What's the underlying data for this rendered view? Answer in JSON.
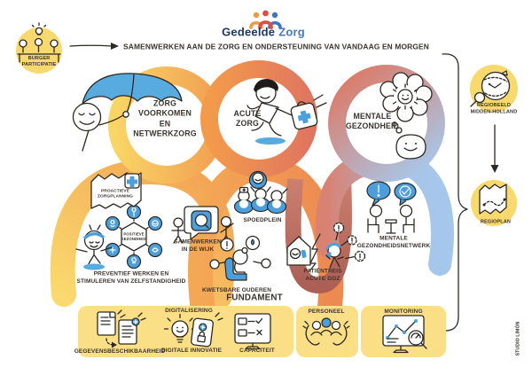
{
  "logo": {
    "brand_primary": "Gedeelde",
    "brand_secondary": "Zorg"
  },
  "tagline": "SAMENWERKEN AAN DE ZORG EN ONDERSTEUNING VAN VANDAAG EN MORGEN",
  "badges": {
    "burger_participatie": "BURGER\nPARTICIPATIE",
    "regiobeeld": "REGIOBEELD\nMIDDEN-HOLLAND",
    "regioplan": "REGIOPLAN"
  },
  "pillars": {
    "zorg_voorkomen": "ZORG\nVOORKOMEN\nEN\nNETWERKZORG",
    "acute_zorg": "ACUTE\nZORG",
    "mentale_gezondheid": "MENTALE\nGEZONDHEID"
  },
  "programs": {
    "proactieve_zorgplanning": "PROACTIEVE\nZORGPLANNING",
    "positieve_gezondheid": "POSITIEVE\nGEZONDHEID",
    "preventief_werken": "PREVENTIEF WERKEN EN\nSTIMULEREN VAN ZELFSTANDIGHEID",
    "samenwerken_in_de_wijk": "SAMENWERKEN\nIN DE WIJK",
    "spoedplein": "SPOEDPLEIN",
    "kwetsbare_ouderen": "KWETSBARE OUDEREN",
    "patientreis_acute_ggz": "PATIËNTREIS\nACUTE GGZ",
    "mentale_gezondheidsnetwerk": "MENTALE\nGEZONDHEIDSNETWERK"
  },
  "fundament": {
    "title": "FUNDAMENT",
    "gegevensbeschikbaarheid": "GEGEVENSBESCHIKBAARHEID",
    "digitalisering": "DIGITALISERING",
    "digitale_innovatie": "DIGITALE INNOVATIE",
    "capaciteit": "CAPACITEIT",
    "personeel": "PERSONEEL",
    "monitoring": "MONITORING"
  },
  "credit": "STUDIO LIMÓN",
  "colors": {
    "yellow": "#F9D466",
    "orange": "#F2A052",
    "deep_orange": "#EC8A51",
    "salmon": "#E0765F",
    "maroon": "#B2625A",
    "light_blue": "#A7C8EB",
    "icon_blue": "#4D9FDC",
    "badge_yellow": "#F8D96E",
    "panel_yellow": "#FBDF86",
    "logo_navy": "#1C3765",
    "logo_blue": "#4678BE",
    "ink": "#39342E"
  }
}
